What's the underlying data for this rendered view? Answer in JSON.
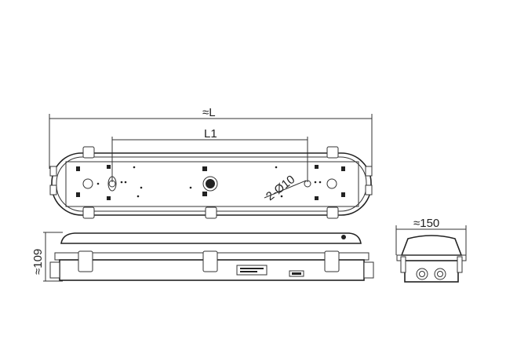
{
  "dimensions": {
    "overall_length": "≈L",
    "mount_spacing": "L1",
    "holes": "2-Ø10",
    "height": "≈109",
    "width": "≈150"
  },
  "colors": {
    "line": "#333333",
    "background": "#ffffff"
  }
}
